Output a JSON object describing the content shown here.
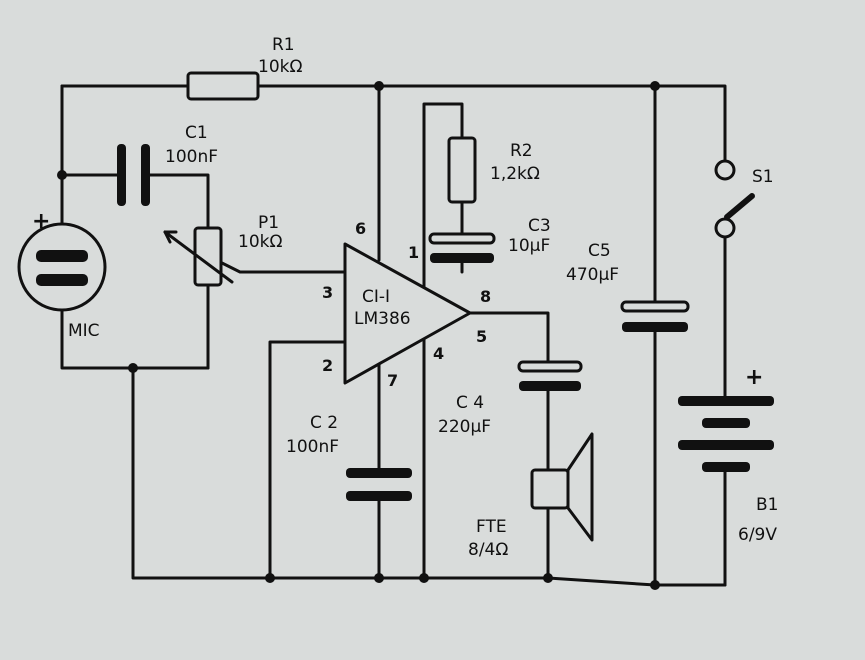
{
  "components": {
    "r1": {
      "ref": "R1",
      "value": "10kΩ"
    },
    "r2": {
      "ref": "R2",
      "value": "1,2kΩ"
    },
    "c1": {
      "ref": "C1",
      "value": "100nF"
    },
    "c2": {
      "ref": "C 2",
      "value": "100nF"
    },
    "c3": {
      "ref": "C3",
      "value": "10µF"
    },
    "c4": {
      "ref": "C 4",
      "value": "220µF"
    },
    "c5": {
      "ref": "C5",
      "value": "470µF"
    },
    "p1": {
      "ref": "P1",
      "value": "10kΩ"
    },
    "ic": {
      "ref": "CI-I",
      "value": "LM386"
    },
    "mic": {
      "ref": "MIC",
      "polarity": "+"
    },
    "speaker": {
      "ref": "FTE",
      "value": "8/4Ω"
    },
    "switch": {
      "ref": "S1"
    },
    "battery": {
      "ref": "B1",
      "value": "6/9V",
      "polarity": "+"
    }
  },
  "ic_pins": {
    "p1": "1",
    "p2": "2",
    "p3": "3",
    "p4": "4",
    "p5": "5",
    "p6": "6",
    "p7": "7",
    "p8": "8"
  }
}
